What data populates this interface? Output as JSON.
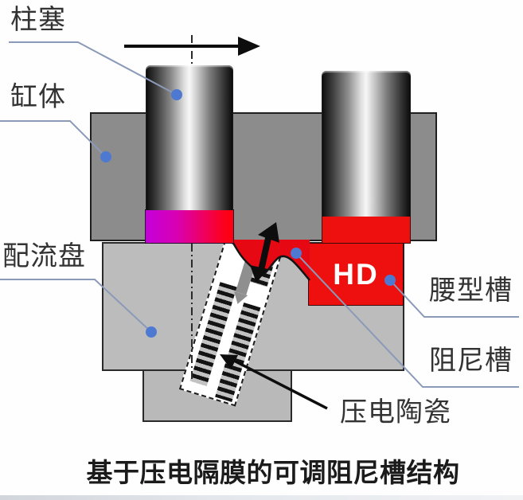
{
  "diagram": {
    "caption": "基于压电隔膜的可调阻尼槽结构",
    "labels": {
      "plunger": "柱塞",
      "cylinder_block": "缸体",
      "valve_plate": "配流盘",
      "waist_groove": "腰型槽",
      "damping_groove": "阻尼槽",
      "piezo_ceramic": "压电陶瓷",
      "hd_marker": "HD"
    },
    "colors": {
      "cylinder_body_gray": "#8c8c8c",
      "valve_plate_gray": "#bcbcbc",
      "groove_red": "#ee0f0f",
      "chamber_magenta": "#c400d8",
      "membrane_red": "#e60812",
      "leader_line_blue": "#8a9ab8",
      "leader_dot_blue": "#4d7ad0",
      "hd_text_white": "#ffffff",
      "label_text": "#333333"
    }
  }
}
